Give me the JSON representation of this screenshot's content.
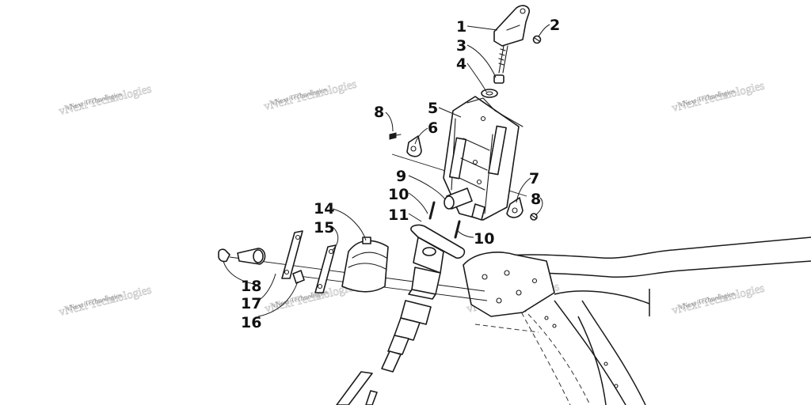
{
  "watermark": {
    "text": "vNext Technologies",
    "instances": [
      "tl",
      "tc",
      "tr",
      "ml",
      "mc",
      "mr"
    ]
  },
  "callouts": {
    "c1": "1",
    "c2": "2",
    "c3": "3",
    "c4": "4",
    "c5": "5",
    "c6": "6",
    "c7": "7",
    "c8a": "8",
    "c8b": "8",
    "c9": "9",
    "c10a": "10",
    "c10b": "10",
    "c11": "11",
    "c14": "14",
    "c15": "15",
    "c16": "16",
    "c17": "17",
    "c18": "18"
  }
}
